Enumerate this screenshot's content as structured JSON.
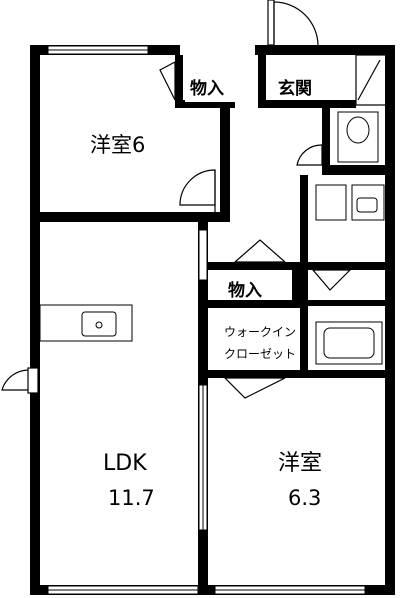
{
  "rooms": {
    "western_room_6": {
      "label": "洋室6"
    },
    "storage_top": {
      "label": "物入"
    },
    "entrance": {
      "label": "玄関"
    },
    "storage_mid": {
      "label": "物入"
    },
    "walk_in_closet": {
      "line1": "ウォークイン",
      "line2": "クローゼット"
    },
    "ldk": {
      "line1": "LDK",
      "line2": "11.7"
    },
    "western_room_63": {
      "line1": "洋室",
      "line2": "6.3"
    }
  }
}
